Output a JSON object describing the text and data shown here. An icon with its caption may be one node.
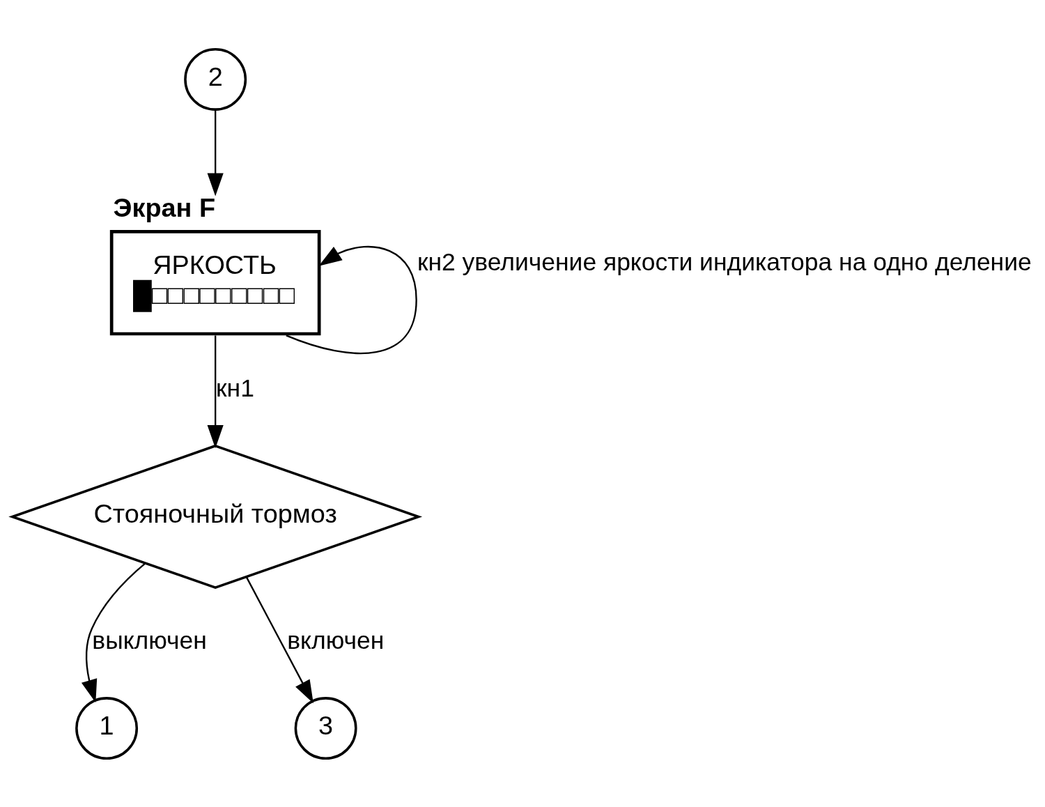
{
  "diagram": {
    "nodes": [
      {
        "text": [
          "2"
        ]
      },
      {
        "text": [
          "Экран F",
          "ЯРКОСТЬ",
          "█□□□□□□□□□"
        ]
      },
      {
        "text": [
          "Стояночный тормоз"
        ]
      },
      {
        "text": [
          "1"
        ]
      },
      {
        "text": [
          "3"
        ]
      }
    ],
    "edges": [
      {
        "from": 0,
        "to": 1,
        "arrow": "to"
      },
      {
        "from": 1,
        "to": 2,
        "arrow": "to",
        "label": "кн1"
      },
      {
        "from": 1,
        "to": 1,
        "arrow": "to",
        "label": "кн2 увеличение яркости индикатора на одно деление"
      },
      {
        "from": 2,
        "to": 3,
        "arrow": "to",
        "label": "выключен"
      },
      {
        "from": 2,
        "to": 4,
        "arrow": "to",
        "label": "включен"
      }
    ]
  }
}
